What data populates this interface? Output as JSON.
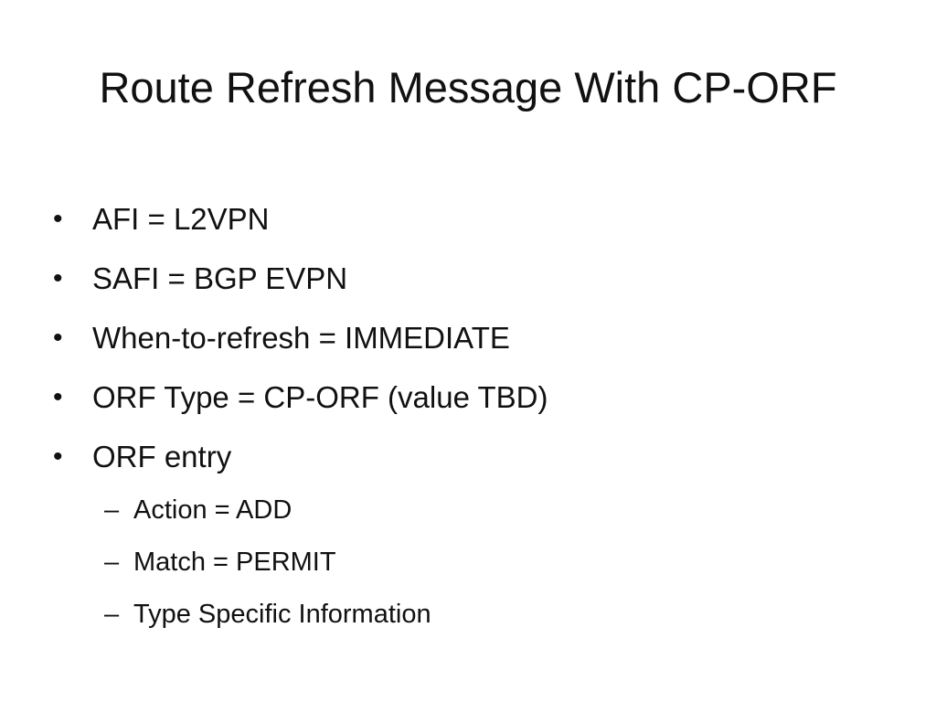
{
  "slide": {
    "title": "Route Refresh Message With CP-ORF",
    "bullet_marker": "•",
    "sub_marker": "–",
    "bullets": [
      "AFI = L2VPN",
      "SAFI = BGP EVPN",
      "When-to-refresh = IMMEDIATE",
      "ORF Type = CP-ORF (value TBD)",
      "ORF entry"
    ],
    "sub_bullets": [
      "Action = ADD",
      "Match = PERMIT",
      "Type Specific Information"
    ]
  }
}
